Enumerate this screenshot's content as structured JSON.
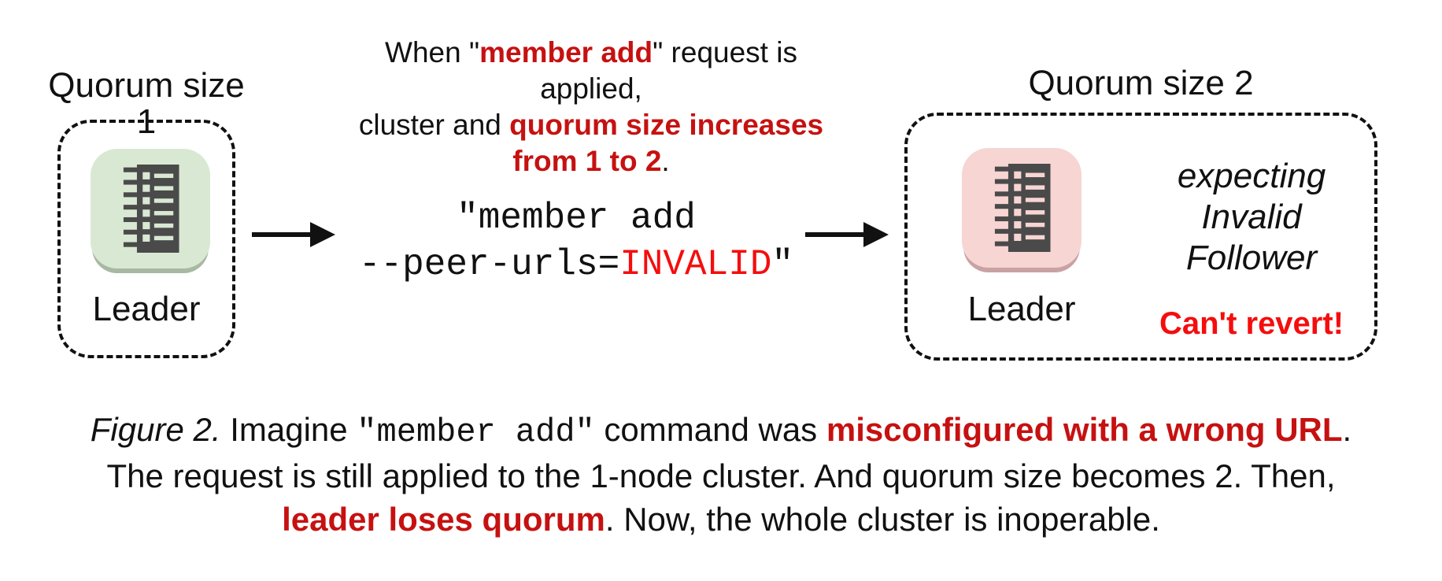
{
  "colors": {
    "emphasis_red": "#c61111",
    "bright_red": "#f50d0d",
    "green_node": "#d9e8d3",
    "pink_node": "#f7d5d3",
    "icon_dark": "#4a4a4a"
  },
  "left_cluster": {
    "title": "Quorum size 1",
    "node_label": "Leader"
  },
  "right_cluster": {
    "title": "Quorum size 2",
    "node_label": "Leader",
    "note_lines": [
      "expecting",
      "Invalid",
      "Follower"
    ],
    "warning": "Can't revert!"
  },
  "header": {
    "line1": [
      {
        "text": "When \"",
        "style": "plain"
      },
      {
        "text": "member add",
        "style": "em"
      },
      {
        "text": "\" request is applied,",
        "style": "plain"
      }
    ],
    "line2": [
      {
        "text": "cluster and ",
        "style": "plain"
      },
      {
        "text": "quorum size increases",
        "style": "em"
      }
    ],
    "line3": [
      {
        "text": "from 1 to 2",
        "style": "em"
      },
      {
        "text": ".",
        "style": "plain"
      }
    ]
  },
  "command": {
    "line1": [
      {
        "text": "\"member add",
        "style": "plain"
      }
    ],
    "line2": [
      {
        "text": "--peer-urls=",
        "style": "plain"
      },
      {
        "text": "INVALID",
        "style": "mono-red"
      },
      {
        "text": "\"",
        "style": "plain"
      }
    ]
  },
  "caption": {
    "line1": [
      {
        "text": "Figure 2.",
        "style": "italic"
      },
      {
        "text": " Imagine ",
        "style": "plain"
      },
      {
        "text": "\"member add\"",
        "style": "mono"
      },
      {
        "text": " command was ",
        "style": "plain"
      },
      {
        "text": "misconfigured with a wrong URL",
        "style": "em"
      },
      {
        "text": ".",
        "style": "plain"
      }
    ],
    "line2": [
      {
        "text": "The request is still applied to the 1-node cluster. And quorum size becomes 2. Then,",
        "style": "plain"
      }
    ],
    "line3": [
      {
        "text": "leader loses quorum",
        "style": "em"
      },
      {
        "text": ". Now, the whole cluster is inoperable.",
        "style": "plain"
      }
    ]
  }
}
